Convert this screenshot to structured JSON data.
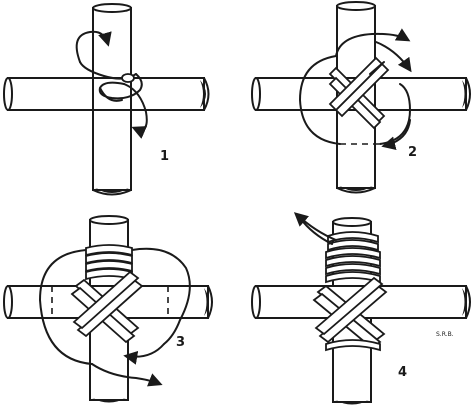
{
  "panels": [
    {
      "step": "1"
    },
    {
      "step": "2"
    },
    {
      "step": "3"
    },
    {
      "step": "4"
    }
  ],
  "signature": "S.R.B."
}
